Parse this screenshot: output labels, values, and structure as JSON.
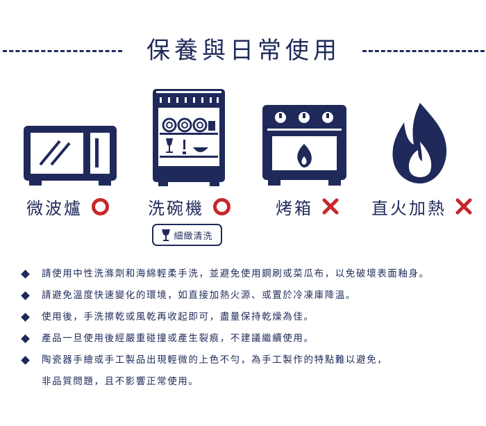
{
  "header": {
    "title": "保養與日常使用"
  },
  "colors": {
    "navy": "#1f2a5a",
    "red": "#c6282b"
  },
  "appliances": [
    {
      "label": "微波爐",
      "icon": "microwave-icon",
      "status": "allowed"
    },
    {
      "label": "洗碗機",
      "icon": "dishwasher-icon",
      "status": "allowed",
      "badge": "細緻清洗",
      "badge_icon": "wine-glass-icon"
    },
    {
      "label": "烤箱",
      "icon": "oven-icon",
      "status": "not-allowed"
    },
    {
      "label": "直火加熱",
      "icon": "flame-icon",
      "status": "not-allowed"
    }
  ],
  "notes": [
    "請使用中性洗滌劑和海綿輕柔手洗，並避免使用鋼刷或菜瓜布，以免破壞表面釉身。",
    "請避免溫度快速變化的環境，如直接加熱火源、或置於冷凍庫降溫。",
    "使用後，手洗擦乾或風乾再收起即可，盡量保持乾燥為佳。",
    "產品一旦使用後經嚴重碰撞或產生裂痕，不建議繼續使用。",
    "陶瓷器手繪或手工製品出現輕微的上色不勻，為手工製作的特點難以避免，"
  ],
  "note_continuation": "非品質問題，且不影響正常使用。"
}
